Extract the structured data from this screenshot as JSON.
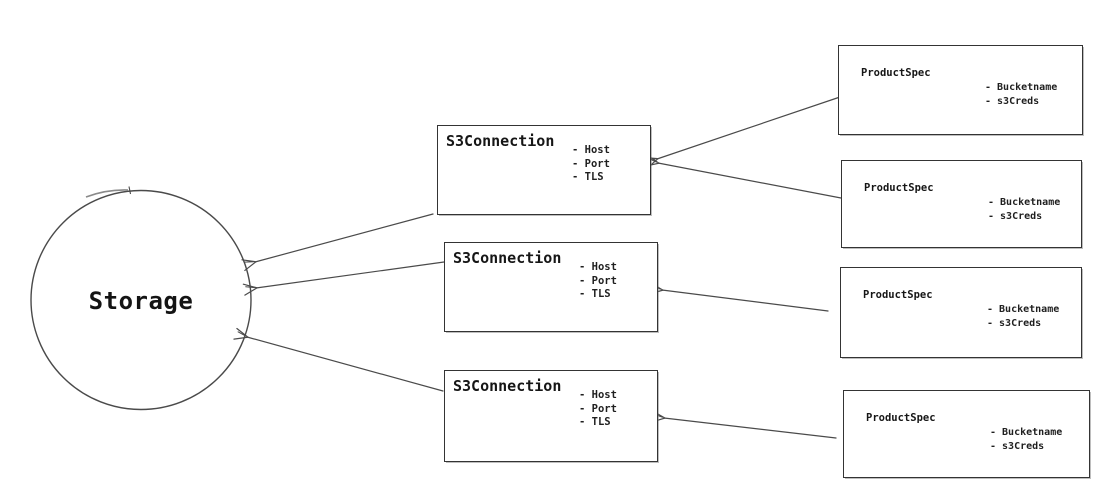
{
  "diagram": {
    "storage": {
      "label": "Storage"
    },
    "s3_connections": [
      {
        "title": "S3Connection",
        "attributes": [
          "- Host",
          "- Port",
          "- TLS"
        ]
      },
      {
        "title": "S3Connection",
        "attributes": [
          "- Host",
          "- Port",
          "- TLS"
        ]
      },
      {
        "title": "S3Connection",
        "attributes": [
          "- Host",
          "- Port",
          "- TLS"
        ]
      }
    ],
    "product_specs": [
      {
        "title": "ProductSpec",
        "attributes": [
          "- Bucketname",
          "- s3Creds"
        ]
      },
      {
        "title": "ProductSpec",
        "attributes": [
          "- Bucketname",
          "- s3Creds"
        ]
      },
      {
        "title": "ProductSpec",
        "attributes": [
          "- Bucketname",
          "- s3Creds"
        ]
      },
      {
        "title": "ProductSpec",
        "attributes": [
          "- Bucketname",
          "- s3Creds"
        ]
      }
    ],
    "edges": [
      {
        "from": "product-spec-1",
        "to": "s3-connection-1"
      },
      {
        "from": "product-spec-2",
        "to": "s3-connection-1"
      },
      {
        "from": "product-spec-3",
        "to": "s3-connection-2"
      },
      {
        "from": "product-spec-4",
        "to": "s3-connection-3"
      },
      {
        "from": "s3-connection-1",
        "to": "storage"
      },
      {
        "from": "s3-connection-2",
        "to": "storage"
      },
      {
        "from": "s3-connection-3",
        "to": "storage"
      }
    ],
    "colors": {
      "background": "#ffffff",
      "box_stroke": "#343434",
      "arrow_stroke": "#4a4a4a",
      "text": "#1f1f1f"
    }
  }
}
